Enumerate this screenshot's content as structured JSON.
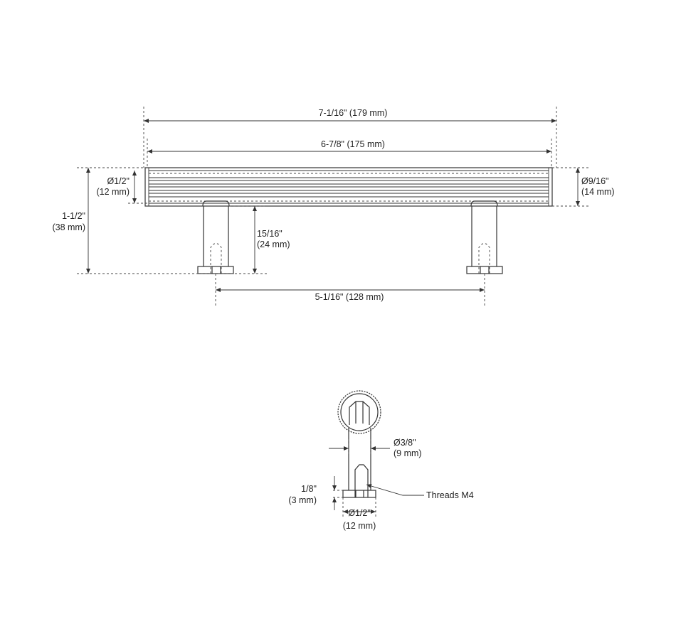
{
  "front_view": {
    "overall_length": "7-1/16\" (179 mm)",
    "bar_length": "6-7/8\" (175 mm)",
    "bar_end_dia_inch": "Ø1/2\"",
    "bar_end_dia_mm": "(12 mm)",
    "bar_center_dia_inch": "Ø9/16\"",
    "bar_center_dia_mm": "(14 mm)",
    "total_height_inch": "1-1/2\"",
    "total_height_mm": "(38 mm)",
    "post_height_inch": "15/16\"",
    "post_height_mm": "(24 mm)",
    "center_to_center": "5-1/16\" (128 mm)"
  },
  "side_view": {
    "post_dia_inch": "Ø3/8\"",
    "post_dia_mm": "(9 mm)",
    "base_thickness_inch": "1/8\"",
    "base_thickness_mm": "(3 mm)",
    "threads": "Threads M4",
    "base_dia_inch": "Ø1/2\"",
    "base_dia_mm": "(12 mm)"
  }
}
